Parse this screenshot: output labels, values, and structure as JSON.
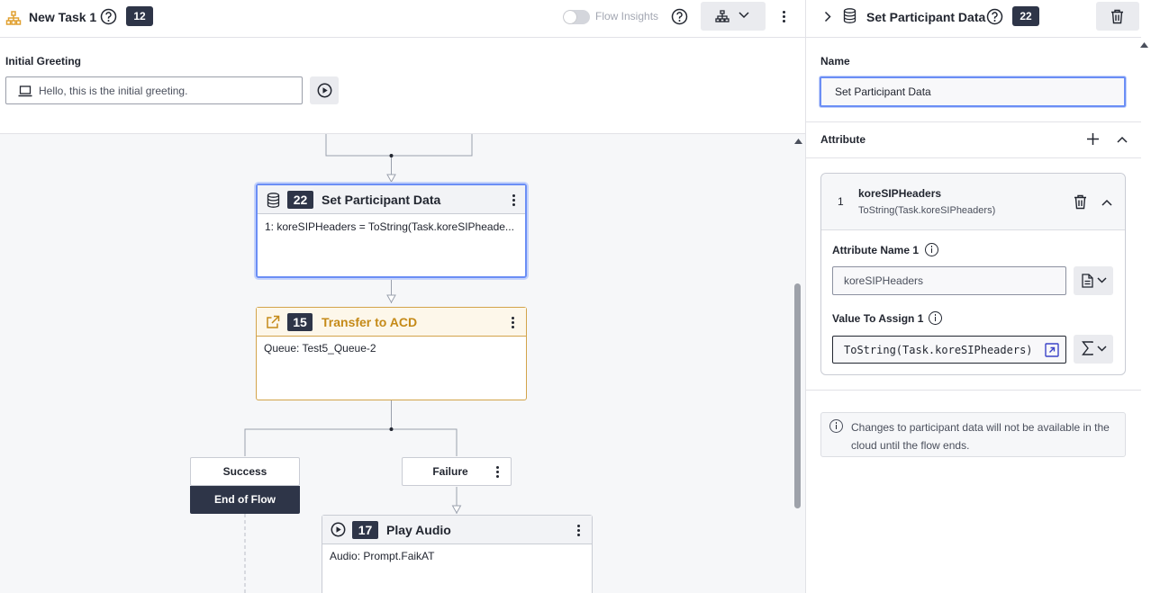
{
  "header": {
    "task_title": "New Task 1",
    "task_count": "12",
    "flow_insights_label": "Flow Insights",
    "flow_insights_on": false
  },
  "greeting": {
    "label": "Initial Greeting",
    "value": "Hello, this is the initial greeting."
  },
  "flow": {
    "nodes": [
      {
        "number": "22",
        "title": "Set Participant Data",
        "body": "1: koreSIPHeaders = ToString(Task.koreSIPheade...",
        "icon": "database-icon",
        "selected": true
      },
      {
        "number": "15",
        "title": "Transfer to ACD",
        "body": "Queue: Test5_Queue-2",
        "icon": "external-link-icon",
        "accent": "#c58a18"
      },
      {
        "number": "17",
        "title": "Play Audio",
        "body": "Audio: Prompt.FaikAT",
        "icon": "play-circle-icon"
      }
    ],
    "paths": {
      "success_label": "Success",
      "end_label": "End of Flow",
      "failure_label": "Failure"
    }
  },
  "panel": {
    "title": "Set Participant Data",
    "number": "22",
    "name_label": "Name",
    "name_value": "Set Participant Data",
    "attribute_section_label": "Attribute",
    "attribute": {
      "index": "1",
      "name": "koreSIPHeaders",
      "expression": "ToString(Task.koreSIPheaders)",
      "name_field_label": "Attribute Name 1",
      "name_field_value": "koreSIPHeaders",
      "value_field_label": "Value To Assign 1",
      "value_field_value": "ToString(Task.koreSIPheaders)"
    },
    "notice": "Changes to participant data will not be available in the cloud until the flow ends."
  },
  "colors": {
    "accent_blue": "#6b8ef5",
    "transfer_amber": "#c58a18",
    "badge_dark": "#2e3548",
    "canvas_bg": "#f6f7f9"
  }
}
